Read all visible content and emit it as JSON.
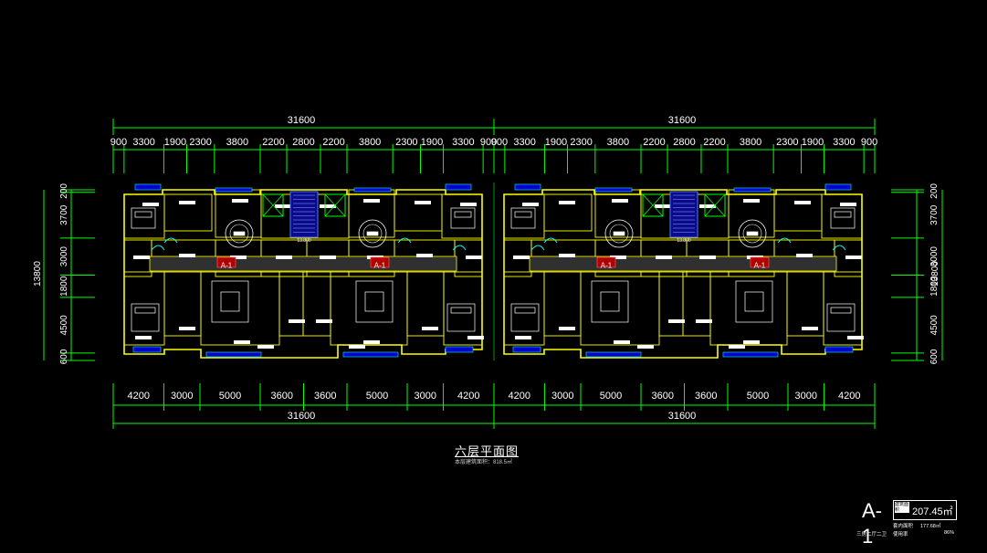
{
  "drawing": {
    "title": "六层平面图",
    "subtitle": "本层建筑面积：818.5㎡"
  },
  "top_dims": {
    "overall": [
      "31600",
      "31600"
    ],
    "segments": [
      "900",
      "3300",
      "1900",
      "2300",
      "3800",
      "2200",
      "2800",
      "2200",
      "3800",
      "2300",
      "1900",
      "3300",
      "900",
      "900",
      "3300",
      "1900",
      "2300",
      "3800",
      "2200",
      "2800",
      "2200",
      "3800",
      "2300",
      "1900",
      "3300",
      "900"
    ]
  },
  "bottom_dims": {
    "segments": [
      "4200",
      "3000",
      "5000",
      "3600",
      "3600",
      "5000",
      "3000",
      "4200",
      "4200",
      "3000",
      "5000",
      "3600",
      "3600",
      "5000",
      "3000",
      "4200"
    ],
    "overall": [
      "31600",
      "31600"
    ]
  },
  "left_dims": {
    "segments": [
      "200",
      "3700",
      "3000",
      "1800",
      "4500",
      "600"
    ],
    "overall": "13800"
  },
  "right_dims": {
    "segments": [
      "200",
      "3700",
      "3000",
      "1800",
      "4500",
      "600"
    ],
    "overall": "13800"
  },
  "unit_tags": [
    "A-1",
    "A-1",
    "A-1",
    "A-1"
  ],
  "elevation_tags": [
    "13.800",
    "13.800"
  ],
  "title_block": {
    "code": "A-1",
    "area_label": "建筑面积",
    "area_value": "207.45㎡",
    "inner_label": "套内面积",
    "inner_value": "177.68㎡",
    "usage_label": "使用率",
    "usage_value": "86%",
    "type": "三房二厅二卫"
  },
  "colors": {
    "background": "#000000",
    "dimension": "#00ff00",
    "text": "#ffffff",
    "wall": "#ffff00",
    "furniture": "#ffffff",
    "window": "#0000ff",
    "glass": "#00ffff",
    "tag": "#ff0000"
  }
}
